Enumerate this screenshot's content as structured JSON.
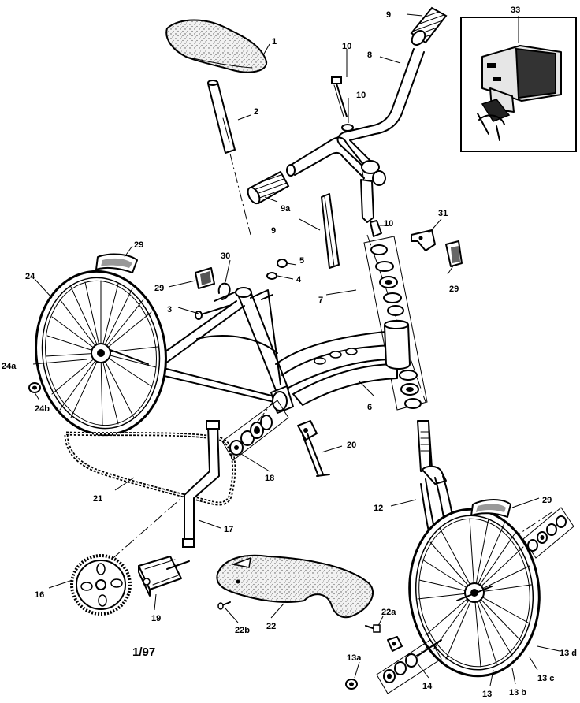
{
  "diagram": {
    "inset_label": "33",
    "footer_code": "1/97",
    "labels": {
      "p1": "1",
      "p2": "2",
      "p3": "3",
      "p4": "4",
      "p5": "5",
      "p6": "6",
      "p7": "7",
      "p8": "8",
      "p9_top": "9",
      "p9_left": "9",
      "p9a": "9a",
      "p10_a": "10",
      "p10_b": "10",
      "p10_c": "10",
      "p12": "12",
      "p13": "13",
      "p13a": "13a",
      "p13b": "13 b",
      "p13c": "13 c",
      "p13d": "13 d",
      "p14": "14",
      "p16": "16",
      "p17": "17",
      "p18": "18",
      "p19": "19",
      "p20": "20",
      "p21": "21",
      "p22": "22",
      "p22a": "22a",
      "p22b": "22b",
      "p24": "24",
      "p24a": "24a",
      "p24b": "24b",
      "p29_a": "29",
      "p29_b": "29",
      "p29_c": "29",
      "p29_d": "29",
      "p30": "30",
      "p31": "31"
    }
  }
}
